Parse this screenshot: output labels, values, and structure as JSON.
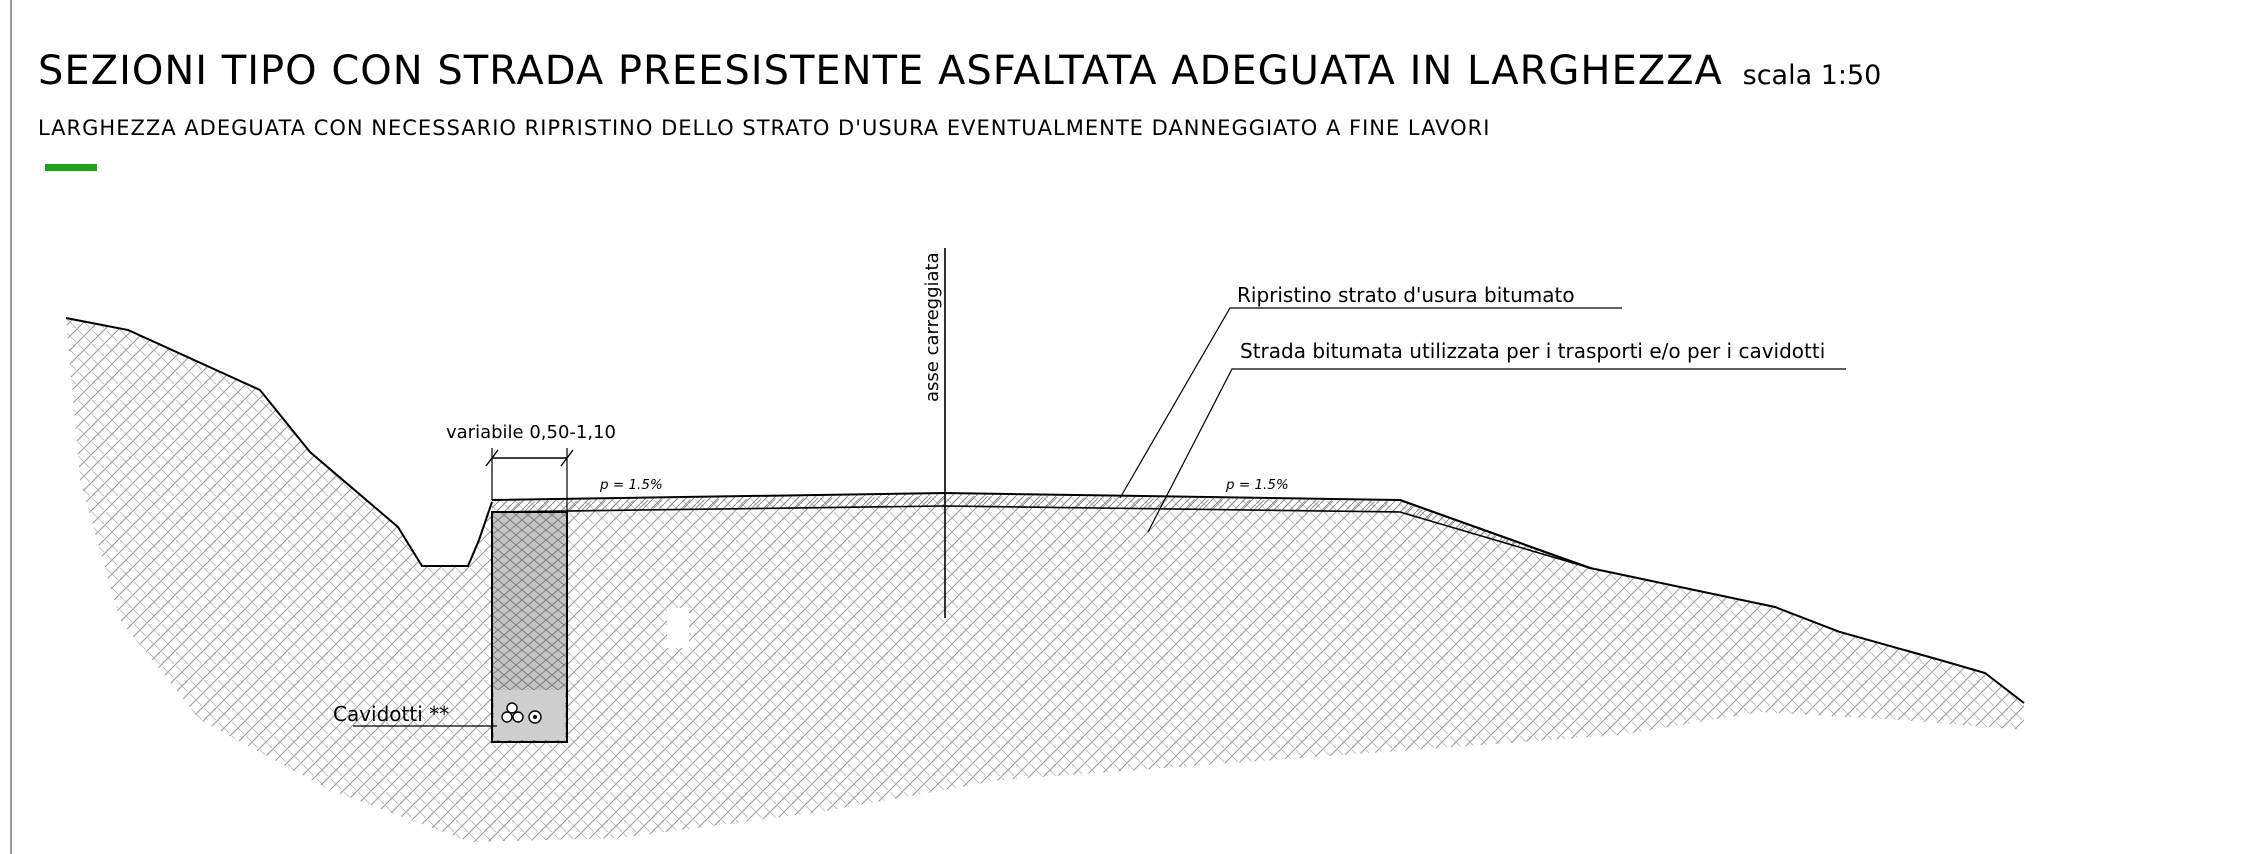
{
  "header": {
    "title": "SEZIONI TIPO CON STRADA PREESISTENTE ASFALTATA ADEGUATA IN LARGHEZZA",
    "scale": "scala 1:50",
    "subtitle": "LARGHEZZA ADEGUATA CON NECESSARIO RIPRISTINO DELLO STRATO D'USURA EVENTUALMENTE DANNEGGIATO A FINE LAVORI"
  },
  "colors": {
    "accent": "#1aa51a",
    "line": "#000000",
    "hatch": "#9a9a9a",
    "trench_fill": "#bdbdbd"
  },
  "drawing": {
    "axis_label": "asse carreggiata",
    "dimension_label": "variabile 0,50-1,10",
    "slope_left": "p = 1.5%",
    "slope_right": "p = 1.5%",
    "callout_wearing_layer": "Ripristino strato d'usura bitumato",
    "callout_road": "Strada bitumata utilizzata per i trasporti e/o per i cavidotti",
    "callout_ducts": "Cavidotti **"
  }
}
